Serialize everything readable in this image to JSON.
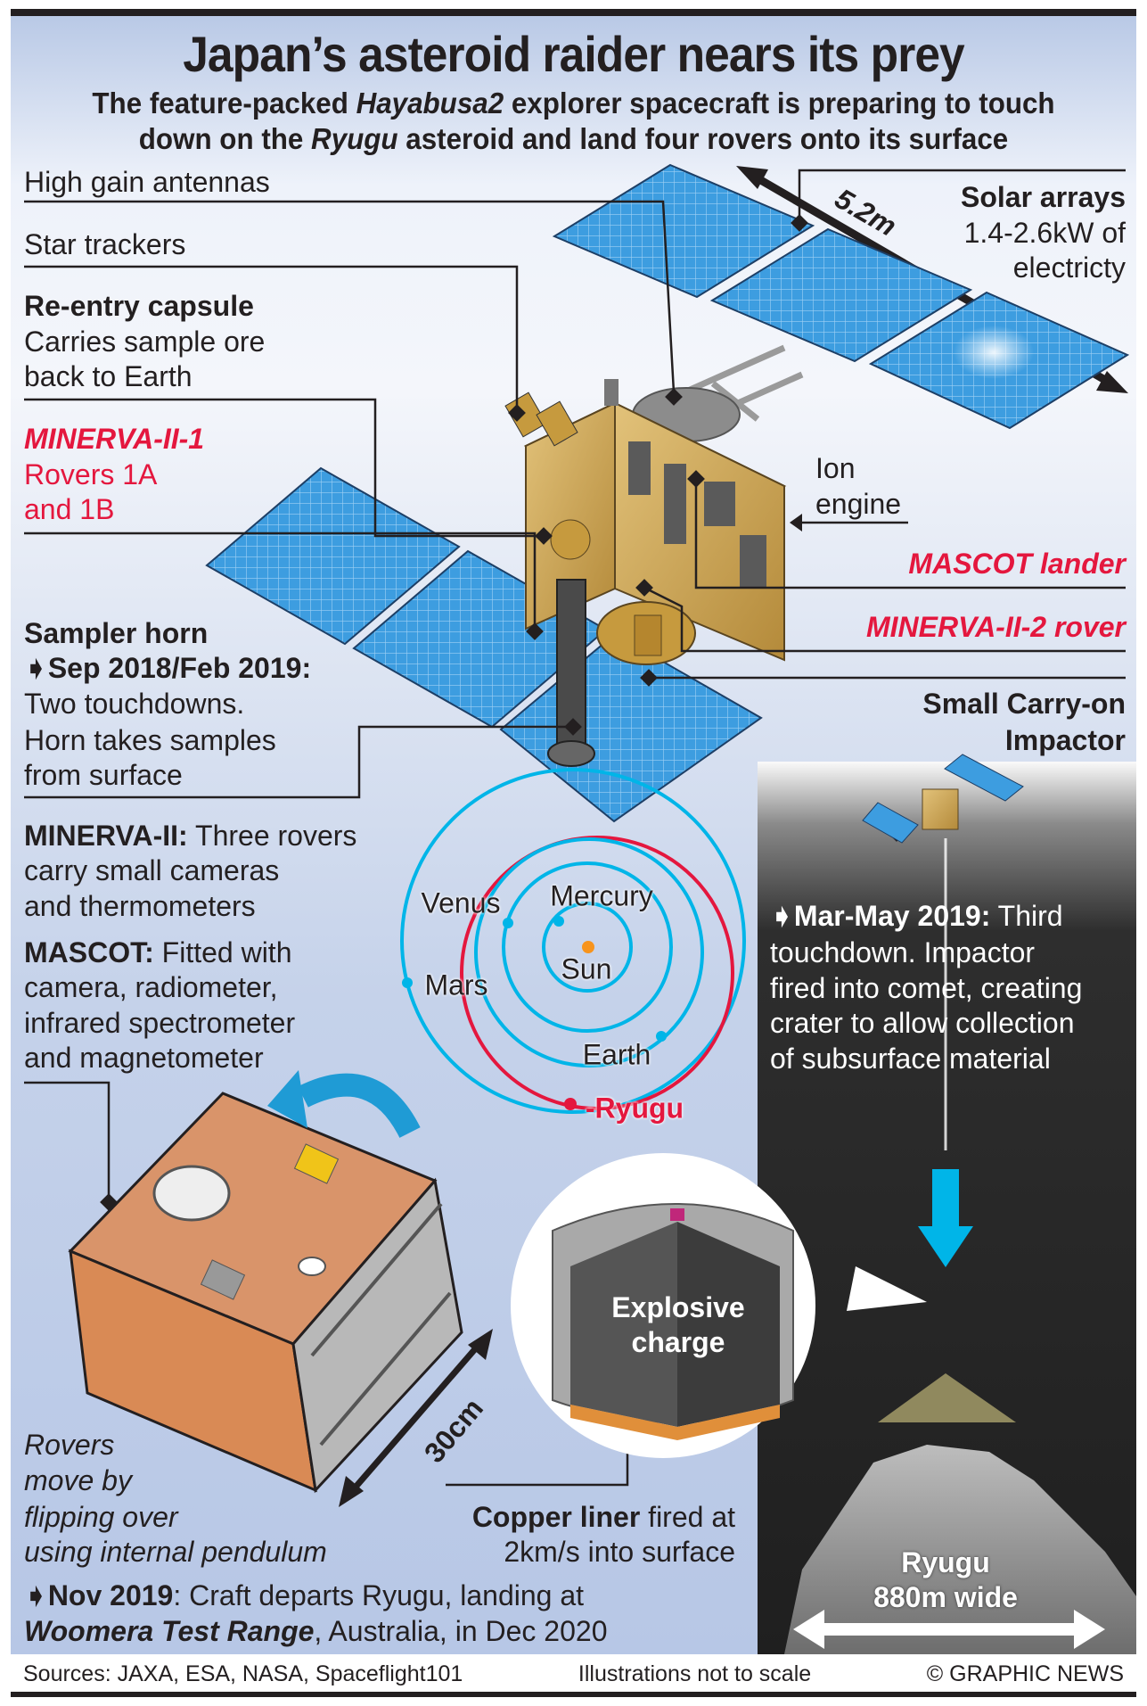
{
  "title": "Japan’s asteroid raider nears its prey",
  "subtitle": {
    "l1a": "The feature-packed ",
    "l1b": "Hayabusa2",
    "l1c": " explorer spacecraft is preparing to touch",
    "l2a": "down on the ",
    "l2b": "Ryugu",
    "l2c": " asteroid and land four rovers onto its surface"
  },
  "labels": {
    "high_gain": "High gain antennas",
    "star_trackers": "Star trackers",
    "reentry_title": "Re-entry capsule",
    "reentry_1": "Carries sample ore",
    "reentry_2": "back to Earth",
    "minerva1_title": "MINERVA-II-1",
    "minerva1_1": "Rovers 1A",
    "minerva1_2": "and 1B",
    "sampler_title": "Sampler horn",
    "sampler_date": "Sep 2018/Feb 2019:",
    "sampler_1": "Two touchdowns.",
    "sampler_2": "Horn takes samples",
    "sampler_3": "from surface",
    "solar_title": "Solar arrays",
    "solar_1": "1.4-2.6kW of",
    "solar_2": "electricty",
    "span": "5.2m",
    "ion_1": "Ion",
    "ion_2": "engine",
    "mascot_lander": "MASCOT lander",
    "minerva2": "MINERVA-II-2 rover",
    "impactor_1": "Small Carry-on",
    "impactor_2": "Impactor"
  },
  "info": {
    "minerva_head": "MINERVA-II:",
    "minerva_1": " Three rovers",
    "minerva_2": "carry small cameras",
    "minerva_3": "and thermometers",
    "mascot_head": "MASCOT:",
    "mascot_1": " Fitted with",
    "mascot_2": "camera, radiometer,",
    "mascot_3": "infrared spectrometer",
    "mascot_4": "and magnetometer",
    "rovers_1": "Rovers",
    "rovers_2": "move by",
    "rovers_3": "flipping over",
    "rovers_4": "using internal pendulum",
    "size": "30cm",
    "charge_1": "Explosive",
    "charge_2": "charge",
    "copper_head": "Copper liner",
    "copper_1": " fired at",
    "copper_2": "2km/s into surface",
    "mar_head": "Mar-May 2019:",
    "mar_1": " Third",
    "mar_2": "touchdown. Impactor",
    "mar_3": "fired into comet, creating",
    "mar_4": "crater to allow collection",
    "mar_5": "of subsurface material",
    "ryugu_1": "Ryugu",
    "ryugu_2": "880m wide",
    "nov_head": "Nov 2019",
    "nov_1": ": Craft departs Ryugu, landing at",
    "nov_2a": "Woomera Test Range",
    "nov_2b": ", Australia, in Dec 2020"
  },
  "orbits": {
    "venus": "Venus",
    "mercury": "Mercury",
    "sun": "Sun",
    "mars": "Mars",
    "earth": "Earth",
    "ryugu": "-Ryugu"
  },
  "footer": {
    "sources": "Sources: JAXA, ESA, NASA, Spaceflight101",
    "note": "Illustrations not to scale",
    "credit": "© GRAPHIC NEWS"
  },
  "colors": {
    "accent_red": "#e4173e",
    "orbit_blue": "#00b5e8",
    "panel_blue": "#3d9de0",
    "gold": "#c9a04a",
    "mascot_orange": "#d98a55"
  }
}
